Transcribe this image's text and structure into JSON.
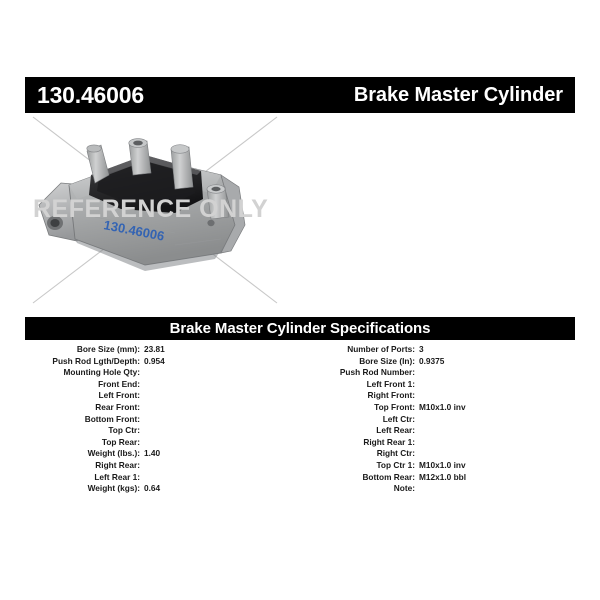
{
  "header": {
    "part_number": "130.46006",
    "product_name": "Brake Master Cylinder"
  },
  "product_image": {
    "watermark_text": "REFERENCE ONLY",
    "alt_name": "brake-master-cylinder-photo",
    "casting_marking": "130.46006"
  },
  "specifications": {
    "section_title": "Brake Master Cylinder Specifications",
    "left_column": [
      {
        "label": "Bore Size (mm):",
        "value": "23.81"
      },
      {
        "label": "Push Rod Lgth/Depth:",
        "value": "0.954"
      },
      {
        "label": "Mounting Hole Qty:",
        "value": ""
      },
      {
        "label": "Front End:",
        "value": ""
      },
      {
        "label": "Left Front:",
        "value": ""
      },
      {
        "label": "Rear Front:",
        "value": ""
      },
      {
        "label": "Bottom Front:",
        "value": ""
      },
      {
        "label": "Top Ctr:",
        "value": ""
      },
      {
        "label": "Top Rear:",
        "value": ""
      },
      {
        "label": "Weight (lbs.):",
        "value": "1.40"
      },
      {
        "label": "Right Rear:",
        "value": ""
      },
      {
        "label": "Left Rear 1:",
        "value": ""
      },
      {
        "label": "Weight (kgs):",
        "value": "0.64"
      }
    ],
    "right_column": [
      {
        "label": "Number of Ports:",
        "value": "3"
      },
      {
        "label": "Bore Size (In):",
        "value": "0.9375"
      },
      {
        "label": "Push Rod Number:",
        "value": ""
      },
      {
        "label": "Left Front 1:",
        "value": ""
      },
      {
        "label": "Right Front:",
        "value": ""
      },
      {
        "label": "Top Front:",
        "value": "M10x1.0 inv"
      },
      {
        "label": "Left Ctr:",
        "value": ""
      },
      {
        "label": "Left Rear:",
        "value": ""
      },
      {
        "label": "Right Rear 1:",
        "value": ""
      },
      {
        "label": "Right Ctr:",
        "value": ""
      },
      {
        "label": "Top Ctr 1:",
        "value": "M10x1.0 inv"
      },
      {
        "label": "Bottom Rear:",
        "value": "M12x1.0 bbl"
      },
      {
        "label": "Note:",
        "value": ""
      }
    ]
  },
  "colors": {
    "bar_background": "#000000",
    "bar_text": "#ffffff",
    "page_background": "#ffffff",
    "spec_text": "#1a1a1a",
    "watermark": "#d2d2d2",
    "guide_line": "#c8c8c8",
    "casting_marking": "#2b5fb5"
  }
}
